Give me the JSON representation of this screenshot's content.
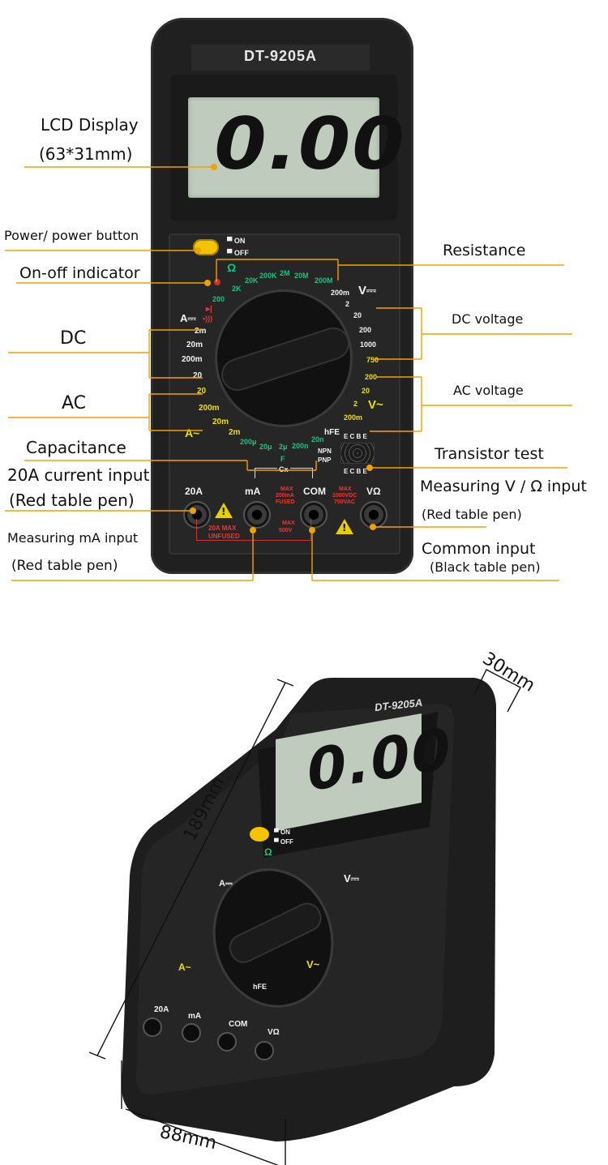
{
  "model": "DT-9205A",
  "lcd_reading": "0.00",
  "annotations": {
    "lcd_display": "LCD Display",
    "lcd_size": "(63*31mm)",
    "power_button": "Power/ power button",
    "onoff_indicator": "On-off indicator",
    "dc": "DC",
    "ac": "AC",
    "capacitance": "Capacitance",
    "current_20a_line1": "20A current input",
    "current_20a_line2": "(Red table pen)",
    "ma_line1": "Measuring mA input",
    "ma_line2": "(Red table pen)",
    "resistance": "Resistance",
    "dc_voltage": "DC voltage",
    "ac_voltage": "AC voltage",
    "transistor_test": "Transistor test",
    "vohm_line1": "Measuring V / Ω input",
    "vohm_line2": "(Red table pen)",
    "common_line1": "Common input",
    "common_line2": "(Black table pen)"
  },
  "switch": {
    "on": "ON",
    "off": "OFF"
  },
  "dial": {
    "ohm_symbol": "Ω",
    "ohm_ranges": [
      "200",
      "2K",
      "20K",
      "200K",
      "2M",
      "20M",
      "200M"
    ],
    "dcv_symbol": "V⎓",
    "dcv_ranges": [
      "200m",
      "2",
      "20",
      "200",
      "1000"
    ],
    "acv_symbol": "V~",
    "acv_ranges": [
      "750",
      "200",
      "20",
      "2",
      "200m"
    ],
    "dca_symbol": "A⎓",
    "dca_ranges": [
      "2m",
      "20m",
      "200m",
      "20"
    ],
    "aca_symbol": "A~",
    "aca_ranges": [
      "20",
      "200m",
      "20m",
      "2m"
    ],
    "cap_ranges": [
      "200μ",
      "20μ",
      "2μ",
      "200n",
      "20n"
    ],
    "cap_symbol": "F",
    "hfe": "hFE",
    "npn": "NPN",
    "pnp": "PNP",
    "ecbe_top": "E C B E",
    "ecbe_bottom": "E C B E",
    "cx": "Cx"
  },
  "jacks": {
    "a20": "20A",
    "ma": "mA",
    "com": "COM",
    "vohm": "VΩ",
    "a20_warn_1": "20A MAX",
    "a20_warn_2": "UNFUSED",
    "ma_warn_1": "MAX",
    "ma_warn_2": "200mA",
    "ma_warn_3": "FUSED",
    "v_warn_1": "MAX",
    "v_warn_2": "1000VDC",
    "v_warn_3": "750VAC",
    "com_warn_1": "MAX",
    "com_warn_2": "500V"
  },
  "dimensions": {
    "depth": "30mm",
    "height": "189mm",
    "width": "88mm"
  },
  "colors": {
    "body": "#1f1f1f",
    "lcd": "#b9c8b6",
    "leader": "#f2a000",
    "knob_label_green": "#19c37d",
    "knob_label_yellow": "#e8e000",
    "button": "#f5c400"
  }
}
